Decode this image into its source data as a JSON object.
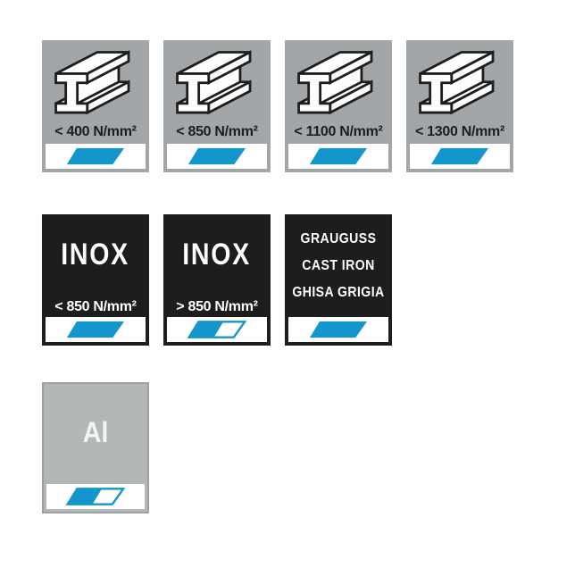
{
  "page": {
    "background": "#ffffff",
    "description_labels_only": "material suitability pictograms"
  },
  "colors": {
    "accent_blue": "#1496cd",
    "steel_tile_gray": "#a3a6a9",
    "inox_tile_black": "#1d1d1b",
    "alu_tile_gray": "#b4b7b8",
    "alu_tile_border": "#9ca0a3",
    "strip_white": "#ffffff",
    "text_dark": "#1d1d1b",
    "text_light": "#ffffff"
  },
  "rows": {
    "steel": {
      "icon": "i-beam-icon",
      "tiles": [
        {
          "label": "< 400 N/mm²",
          "swatch": "full"
        },
        {
          "label": "< 850 N/mm²",
          "swatch": "full"
        },
        {
          "label": "< 1100 N/mm²",
          "swatch": "full"
        },
        {
          "label": "< 1300 N/mm²",
          "swatch": "full"
        }
      ]
    },
    "inox_cast_iron": {
      "tiles": [
        {
          "title": "INOX",
          "label": "< 850 N/mm²",
          "swatch": "full"
        },
        {
          "title": "INOX",
          "label": "> 850 N/mm²",
          "swatch": "half-outline"
        },
        {
          "lines": [
            "GRAUGUSS",
            "CAST IRON",
            "GHISA GRIGIA"
          ],
          "swatch": "full"
        }
      ]
    },
    "aluminium": {
      "tiles": [
        {
          "title": "Al",
          "swatch": "half-outline"
        }
      ]
    }
  }
}
